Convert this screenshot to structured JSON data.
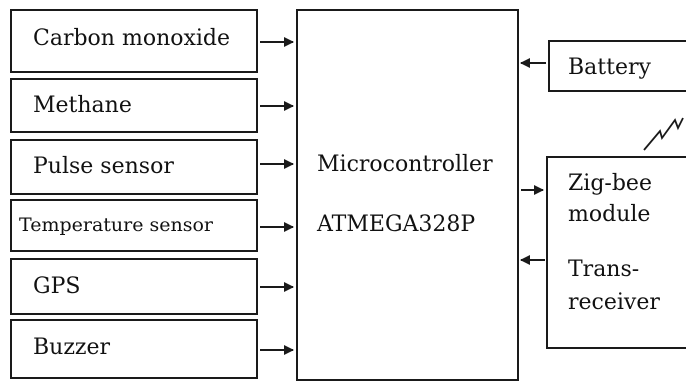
{
  "sensors": [
    {
      "label": "Carbon monoxide"
    },
    {
      "label": "Methane"
    },
    {
      "label": "Pulse sensor"
    },
    {
      "label": "Temperature sensor"
    },
    {
      "label": "GPS"
    },
    {
      "label": "Buzzer"
    }
  ],
  "microcontroller": {
    "line1": "Microcontroller",
    "line2": "ATMEGA328P"
  },
  "battery": {
    "label": "Battery"
  },
  "zigbee": {
    "line1": "Zig-bee",
    "line2": "module",
    "line3": "Trans-",
    "line4": "receiver"
  }
}
